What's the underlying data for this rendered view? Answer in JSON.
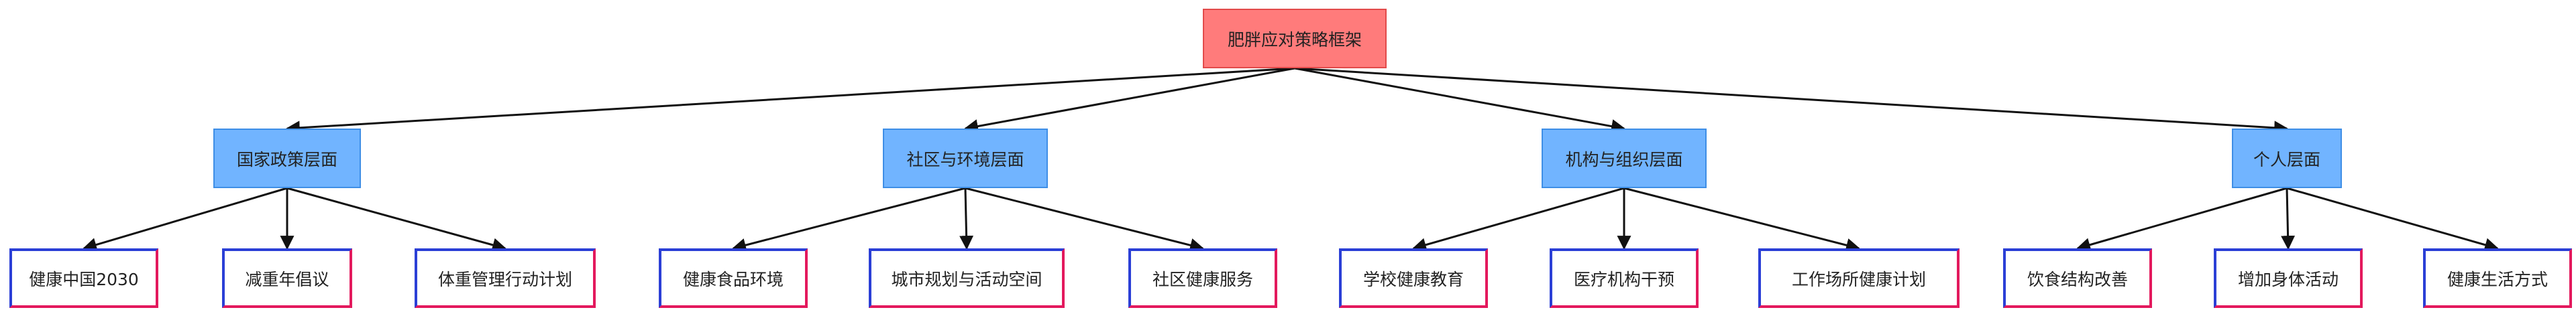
{
  "diagram": {
    "root": {
      "id": "root",
      "label": "肥胖应对策略框架"
    },
    "groups": [
      {
        "id": "national",
        "label": "国家政策层面",
        "children": [
          {
            "id": "n1",
            "label": "健康中国2030"
          },
          {
            "id": "n2",
            "label": "减重年倡议"
          },
          {
            "id": "n3",
            "label": "体重管理行动计划"
          }
        ]
      },
      {
        "id": "community",
        "label": "社区与环境层面",
        "children": [
          {
            "id": "c1",
            "label": "健康食品环境"
          },
          {
            "id": "c2",
            "label": "城市规划与活动空间"
          },
          {
            "id": "c3",
            "label": "社区健康服务"
          }
        ]
      },
      {
        "id": "institution",
        "label": "机构与组织层面",
        "children": [
          {
            "id": "i1",
            "label": "学校健康教育"
          },
          {
            "id": "i2",
            "label": "医疗机构干预"
          },
          {
            "id": "i3",
            "label": "工作场所健康计划"
          }
        ]
      },
      {
        "id": "individual",
        "label": "个人层面",
        "children": [
          {
            "id": "p1",
            "label": "饮食结构改善"
          },
          {
            "id": "p2",
            "label": "增加身体活动"
          },
          {
            "id": "p3",
            "label": "健康生活方式"
          }
        ]
      }
    ],
    "colors": {
      "root_fill": "#ff7b7b",
      "root_border": "#e24a4a",
      "mid_fill": "#71b4ff",
      "mid_border": "#3e8ee6",
      "leaf_border_a": "#2b3fd6",
      "leaf_border_b": "#e3195d",
      "edge": "#111111"
    }
  }
}
